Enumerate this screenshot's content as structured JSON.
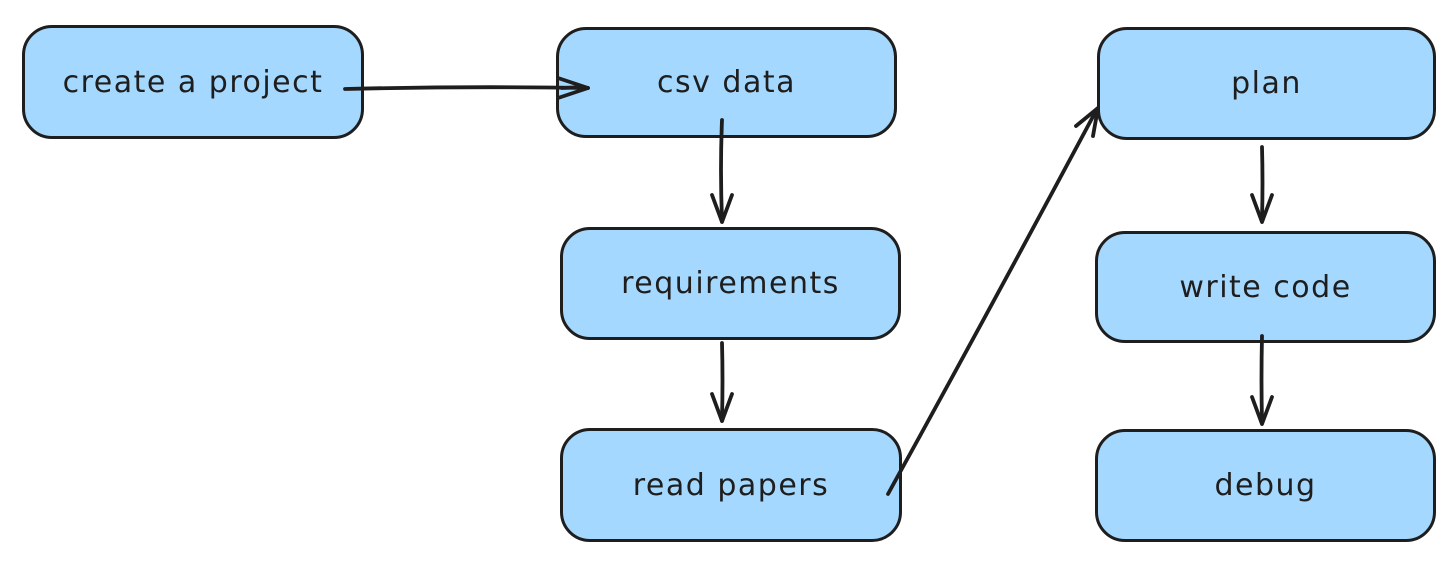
{
  "diagram": {
    "title": "project workflow flowchart",
    "canvas_bg": "#ffffff",
    "node_fill": "#a5d8ff",
    "node_stroke": "#1e1e1e",
    "arrow_color": "#1e1e1e",
    "nodes": [
      {
        "id": "create-a-project",
        "label": "create a project"
      },
      {
        "id": "csv-data",
        "label": "csv data"
      },
      {
        "id": "requirements",
        "label": "requirements"
      },
      {
        "id": "read-papers",
        "label": "read papers"
      },
      {
        "id": "plan",
        "label": "plan"
      },
      {
        "id": "write-code",
        "label": "write code"
      },
      {
        "id": "debug",
        "label": "debug"
      }
    ],
    "edges": [
      {
        "from": "create-a-project",
        "to": "csv-data"
      },
      {
        "from": "csv-data",
        "to": "requirements"
      },
      {
        "from": "requirements",
        "to": "read-papers"
      },
      {
        "from": "read-papers",
        "to": "plan"
      },
      {
        "from": "plan",
        "to": "write-code"
      },
      {
        "from": "write-code",
        "to": "debug"
      }
    ]
  }
}
